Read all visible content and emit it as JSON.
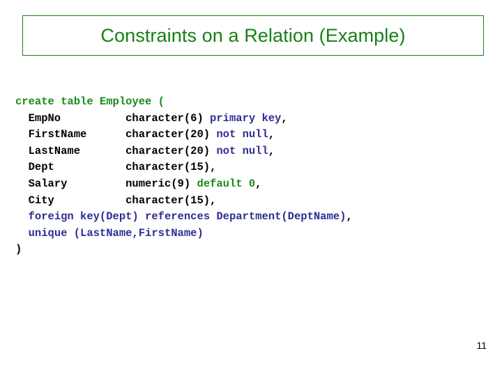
{
  "slide": {
    "title": "Constraints on a Relation (Example)",
    "page_number": "11",
    "colors": {
      "title_green": "#168016",
      "title_border_green": "#1f7a1f",
      "keyword_green": "#1a8a1a",
      "keyword_blue": "#2e2e94",
      "text_black": "#000000",
      "background": "#ffffff"
    }
  },
  "code": {
    "language": "sql",
    "full_text": "create table Employee (\n   EmpNo           character(6) primary key,\n   FirstName       character(20) not null,\n   LastName        character(20) not null,\n   Dept            character(15),\n   Salary          numeric(9) default 0,\n   City            character(15),\n   foreign key(Dept) references Department(DeptName),\n   unique (LastName,FirstName)\n)",
    "lines": [
      {
        "id": "line-create-table",
        "segments": [
          {
            "text": "create table Employee (",
            "style": "kw-green"
          }
        ]
      },
      {
        "id": "line-empno",
        "segments": [
          {
            "text": "  EmpNo          character(6) ",
            "style": "plain"
          },
          {
            "text": "primary key",
            "style": "kw-blue"
          },
          {
            "text": ",",
            "style": "plain"
          }
        ]
      },
      {
        "id": "line-firstname",
        "segments": [
          {
            "text": "  FirstName      character(20) ",
            "style": "plain"
          },
          {
            "text": "not null",
            "style": "kw-blue"
          },
          {
            "text": ",",
            "style": "plain"
          }
        ]
      },
      {
        "id": "line-lastname",
        "segments": [
          {
            "text": "  LastName       character(20) ",
            "style": "plain"
          },
          {
            "text": "not null",
            "style": "kw-blue"
          },
          {
            "text": ",",
            "style": "plain"
          }
        ]
      },
      {
        "id": "line-dept",
        "segments": [
          {
            "text": "  Dept           character(15),",
            "style": "plain"
          }
        ]
      },
      {
        "id": "line-salary",
        "segments": [
          {
            "text": "  Salary         numeric(9) ",
            "style": "plain"
          },
          {
            "text": "default 0",
            "style": "kw-green"
          },
          {
            "text": ",",
            "style": "plain"
          }
        ]
      },
      {
        "id": "line-city",
        "segments": [
          {
            "text": "  City           character(15),",
            "style": "plain"
          }
        ]
      },
      {
        "id": "line-foreign-key",
        "segments": [
          {
            "text": "  ",
            "style": "plain"
          },
          {
            "text": "foreign key(Dept) references Department(DeptName)",
            "style": "kw-blue"
          },
          {
            "text": ",",
            "style": "plain"
          }
        ]
      },
      {
        "id": "line-unique",
        "segments": [
          {
            "text": "  ",
            "style": "plain"
          },
          {
            "text": "unique (LastName,FirstName)",
            "style": "kw-blue"
          }
        ]
      },
      {
        "id": "line-close-paren",
        "segments": [
          {
            "text": ")",
            "style": "plain"
          }
        ]
      }
    ],
    "table_definition": {
      "table_name": "Employee",
      "columns": [
        {
          "name": "EmpNo",
          "type": "character(6)",
          "constraints": "primary key"
        },
        {
          "name": "FirstName",
          "type": "character(20)",
          "constraints": "not null"
        },
        {
          "name": "LastName",
          "type": "character(20)",
          "constraints": "not null"
        },
        {
          "name": "Dept",
          "type": "character(15)",
          "constraints": ""
        },
        {
          "name": "Salary",
          "type": "numeric(9)",
          "constraints": "default 0"
        },
        {
          "name": "City",
          "type": "character(15)",
          "constraints": ""
        }
      ],
      "table_constraints": [
        "foreign key(Dept) references Department(DeptName)",
        "unique (LastName,FirstName)"
      ]
    }
  }
}
